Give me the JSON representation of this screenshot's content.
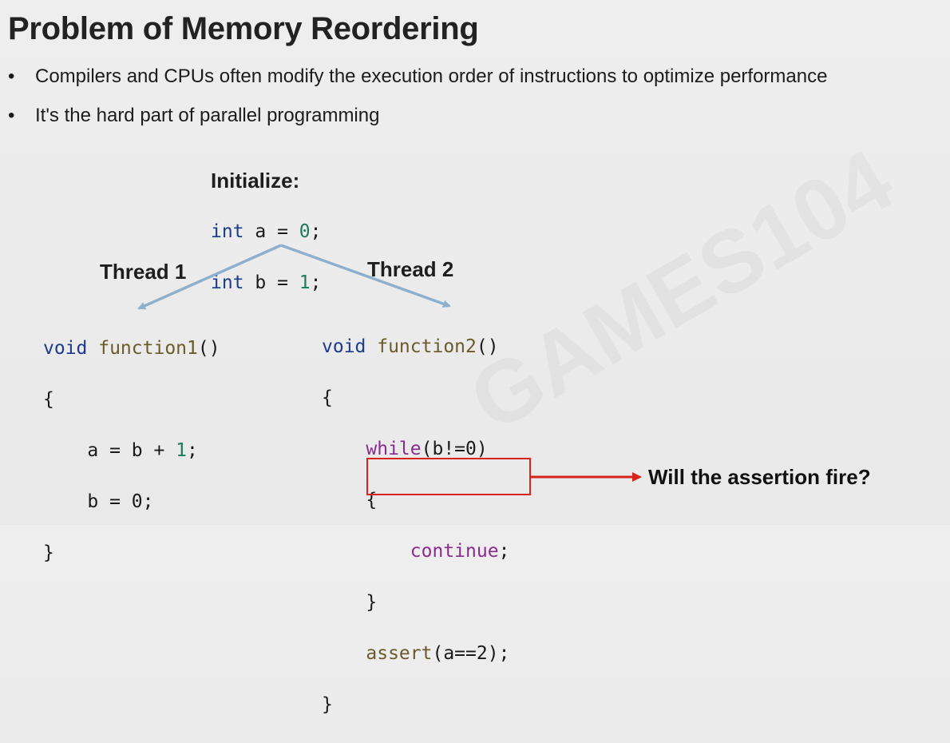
{
  "slide": {
    "title": "Problem of Memory Reordering",
    "bullets": [
      {
        "marker": "•",
        "text": "Compilers and CPUs often modify the execution order of instructions to optimize performance"
      },
      {
        "marker": "•",
        "text": "It's the hard part of parallel programming"
      }
    ]
  },
  "init": {
    "heading": "Initialize:",
    "lines": [
      {
        "type": "int",
        "rest": " a = ",
        "value": "0",
        "end": ";"
      },
      {
        "type": "int",
        "rest": " b = ",
        "value": "1",
        "end": ";"
      }
    ]
  },
  "thread1": {
    "label": "Thread 1",
    "code": {
      "signature_kw": "void",
      "signature_fn": " function1",
      "signature_end": "()",
      "open": "{",
      "line1_pre": "    a = b + ",
      "line1_num": "1",
      "line1_end": ";",
      "line2": "    b = 0;",
      "close": "}"
    }
  },
  "thread2": {
    "label": "Thread 2",
    "code": {
      "signature_kw": "void",
      "signature_fn": " function2",
      "signature_end": "()",
      "open": "{",
      "while_indent": "    ",
      "while_kw": "while",
      "while_cond": "(b!=0)",
      "inner_open": "    {",
      "continue_indent": "        ",
      "continue_kw": "continue",
      "continue_end": ";",
      "inner_close": "    }",
      "assert_indent": "    ",
      "assert_fn": "assert",
      "assert_args": "(a==2);",
      "close": "}"
    }
  },
  "callout": {
    "question": "Will the assertion fire?"
  },
  "watermark": {
    "text": "GAMES104"
  },
  "colors": {
    "keyword": "#1f3a8c",
    "function": "#6b5a2a",
    "number": "#1f7a5c",
    "control": "#8a2c8f",
    "flow_arrow": "#8fb0cc",
    "highlight": "#d8231c"
  }
}
